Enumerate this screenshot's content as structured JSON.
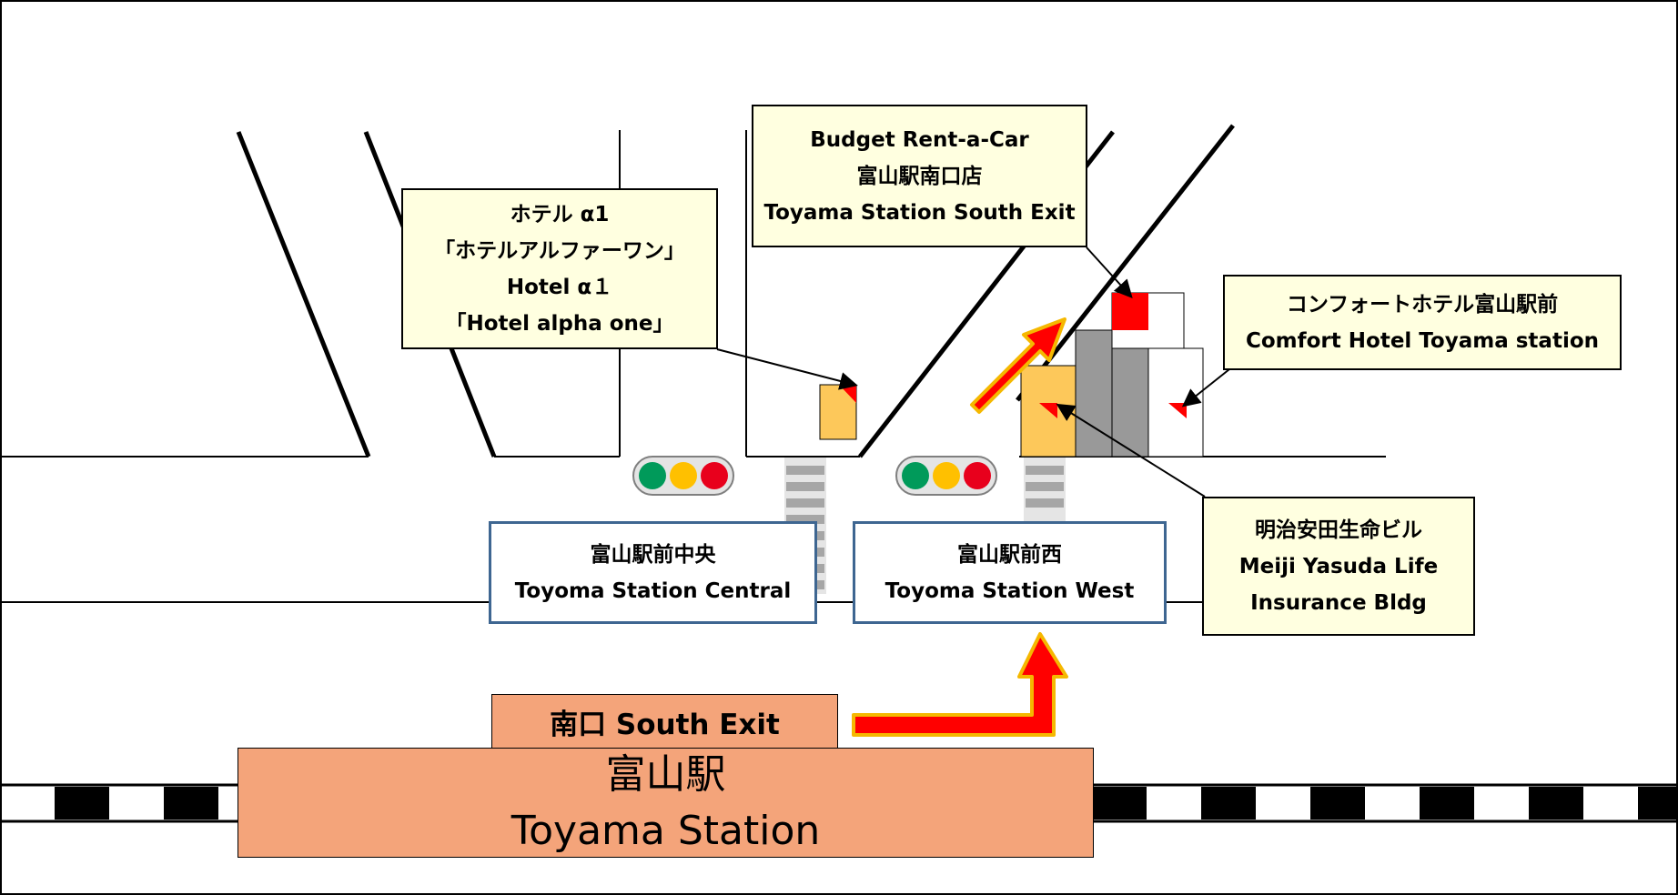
{
  "callouts": {
    "hotel_alpha": {
      "line1": "ホテル α1",
      "line2": "「ホテルアルファーワン」",
      "line3": "Hotel α１",
      "line4": "「Hotel alpha one」"
    },
    "budget": {
      "line1": "Budget Rent-a-Car",
      "line2": "富山駅南口店",
      "line3": "Toyama Station South Exit"
    },
    "comfort": {
      "line1": "コンフォートホテル富山駅前",
      "line2": "Comfort Hotel Toyama station"
    },
    "meiji": {
      "line1": "明治安田生命ビル",
      "line2": "Meiji Yasuda Life",
      "line3": "Insurance Bldg"
    }
  },
  "stops": {
    "central": {
      "jp": "富山駅前中央",
      "en": "Toyoma Station Central"
    },
    "west": {
      "jp": "富山駅前西",
      "en": "Toyoma Station West"
    }
  },
  "station": {
    "exit_label": "南口 South Exit",
    "name_jp": "富山駅",
    "name_en": "Toyama Station"
  },
  "colors": {
    "callout_bg": "#ffffe0",
    "station_fill": "#f4a47a",
    "route_arrow": "#ff0000",
    "route_outline": "#f5b800",
    "bus_stop_border": "#3e6691",
    "building_gray": "#999999",
    "building_orange": "#fdc85a",
    "marker_red": "#ff0000",
    "signal_green": "#009a5a",
    "signal_yellow": "#ffc000",
    "signal_red": "#e8001c"
  },
  "icons": [
    "traffic-light-icon",
    "crosswalk",
    "location-marker-icon",
    "route-arrow",
    "railway-track"
  ]
}
